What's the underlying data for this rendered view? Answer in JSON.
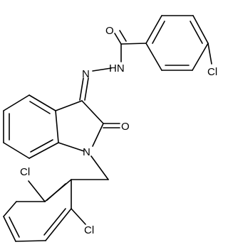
{
  "atoms": {
    "carbonyl_oxygen": "O",
    "hydrazide_nitrogen": "N",
    "hydrazide_nh": "HN",
    "aryl_chlorine": "Cl",
    "lactam_oxygen": "O",
    "ring_nitrogen": "N",
    "benzyl_chlorine_upper": "Cl",
    "benzyl_chlorine_lower": "Cl"
  }
}
